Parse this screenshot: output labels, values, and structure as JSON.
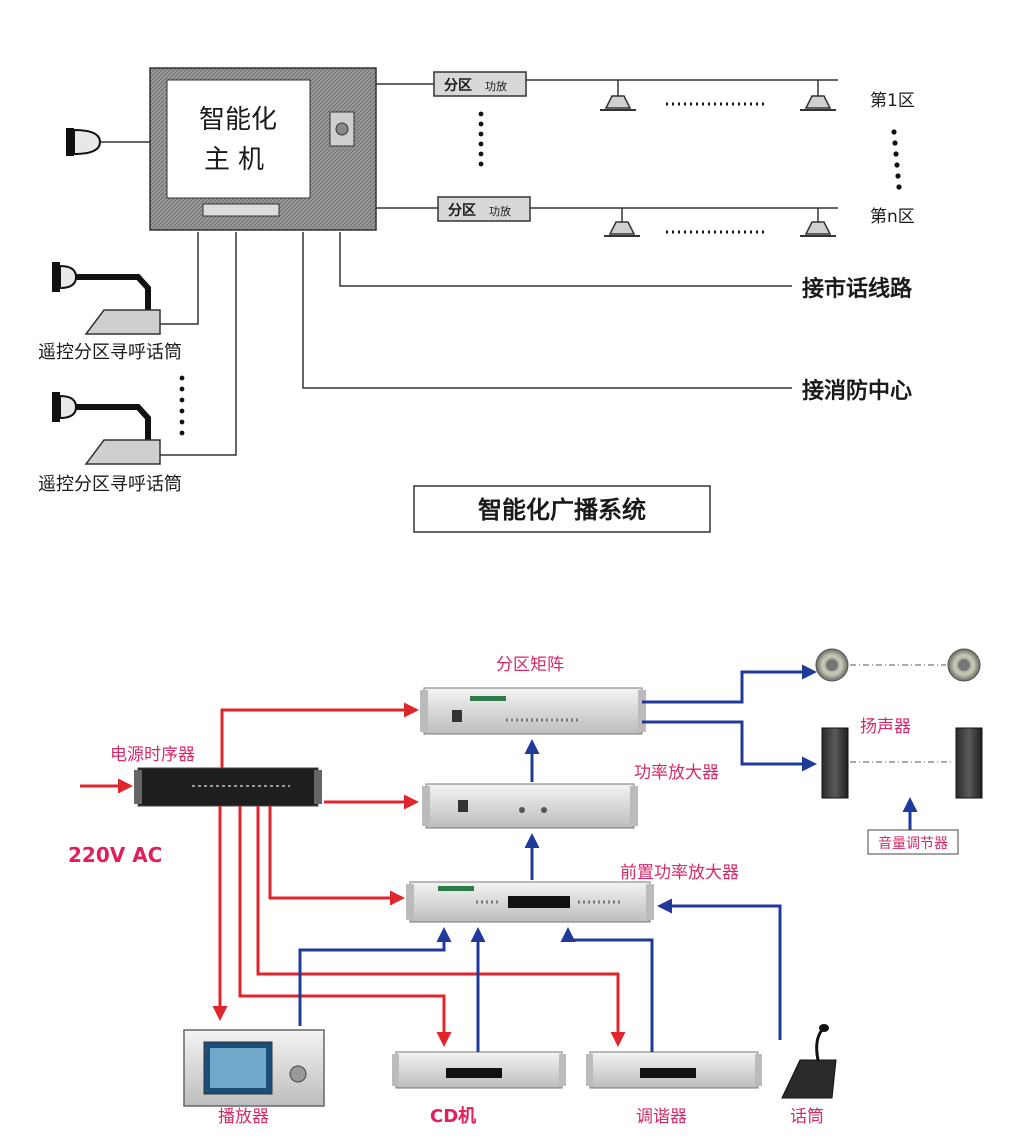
{
  "top_diagram": {
    "host_label_line1": "智能化",
    "host_label_line2": "主机",
    "zone_amp_box_1": "分区",
    "zone_amp_suffix_1": "功放",
    "zone_amp_box_n": "分区",
    "zone_amp_suffix_n": "功放",
    "zone_first": "第1区",
    "zone_last": "第n区",
    "phone_line": "接市话线路",
    "fire_center": "接消防中心",
    "remote_mic_1": "遥控分区寻呼话筒",
    "remote_mic_2": "遥控分区寻呼话筒",
    "caption": "智能化广播系统"
  },
  "bottom_diagram": {
    "zone_matrix": "分区矩阵",
    "power_sequencer": "电源时序器",
    "power_amplifier": "功率放大器",
    "pre_amplifier": "前置功率放大器",
    "speakers": "扬声器",
    "volume_control": "音量调节器",
    "ac_input": "220V AC",
    "player": "播放器",
    "cd_player": "CD机",
    "tuner": "调谐器",
    "microphone": "话筒"
  },
  "colors": {
    "power_line": "#e0262c",
    "audio_line": "#1f3a9a",
    "label_pink": "#d42a6a",
    "host_box": "#8e8e8e"
  }
}
